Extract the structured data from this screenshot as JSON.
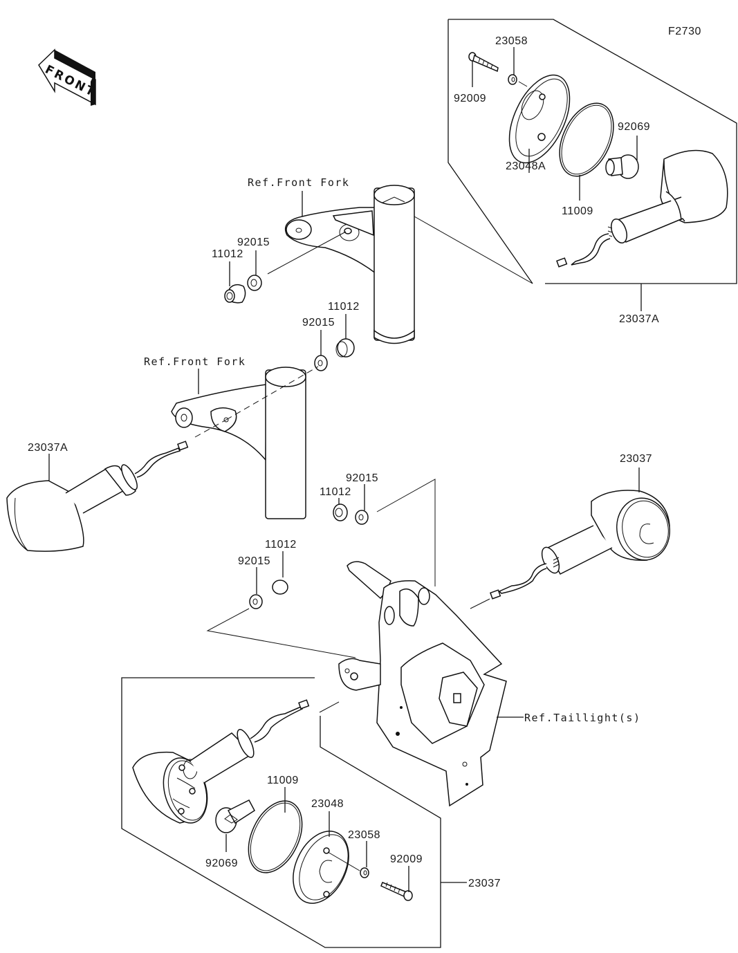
{
  "diagram_id": "F2730",
  "front_indicator": {
    "label": "FRONT",
    "icon": "front-arrow-icon"
  },
  "references": {
    "front_fork_upper": "Ref.Front Fork",
    "front_fork_lower": "Ref.Front Fork",
    "taillight": "Ref.Taillight(s)"
  },
  "callouts": {
    "top_group": {
      "assembly": "23037A",
      "screw": "92009",
      "washer": "23058",
      "lens": "23048A",
      "gasket": "11009",
      "bulb": "92069"
    },
    "upper_mount": {
      "damper": "11012",
      "nut": "92015"
    },
    "mid_mount": {
      "damper": "11012",
      "nut": "92015"
    },
    "left_signal": {
      "assembly": "23037A"
    },
    "right_signal": {
      "assembly": "23037"
    },
    "rear_right_mount": {
      "damper": "11012",
      "nut": "92015"
    },
    "rear_left_mount": {
      "damper": "11012",
      "nut": "92015"
    },
    "bottom_group": {
      "assembly": "23037",
      "gasket": "11009",
      "lens": "23048",
      "washer": "23058",
      "screw": "92009",
      "bulb": "92069"
    }
  }
}
